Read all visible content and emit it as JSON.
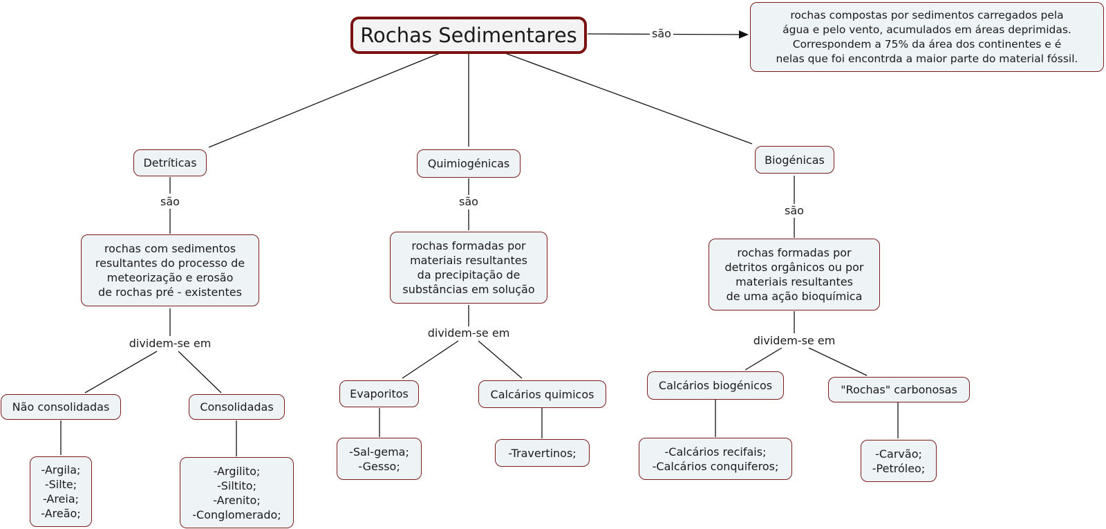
{
  "colors": {
    "node_fill": "#eef3f5",
    "node_border": "#7a1a1a",
    "root_border": "#7a1212",
    "line": "#111111"
  },
  "root": {
    "label": "Rochas Sedimentares"
  },
  "definition": {
    "link": "são",
    "text": "rochas compostas por sedimentos carregados pela\nágua e pelo vento, acumulados em áreas deprimidas.\nCorrespondem a 75% da área dos continentes e é\nnelas que foi encontrda a maior parte do material fóssil."
  },
  "detriticas": {
    "label": "Detríticas",
    "link1": "são",
    "description": "rochas com sedimentos\nresultantes do processo de\nmeteorização e erosão\nde rochas pré - existentes",
    "link2": "dividem-se em",
    "nao_consolidadas": {
      "label": "Não consolidadas",
      "items": "-Argila;\n-Silte;\n-Areia;\n-Areão;"
    },
    "consolidadas": {
      "label": "Consolidadas",
      "items": "-Argilito;\n-Siltito;\n-Arenito;\n-Conglomerado;"
    }
  },
  "quimiogenicas": {
    "label": "Quimiogénicas",
    "link1": "são",
    "description": "rochas formadas por\nmateriais resultantes\nda precipitação de\nsubstâncias em solução",
    "link2": "dividem-se em",
    "evaporitos": {
      "label": "Evaporitos",
      "items": "-Sal-gema;\n-Gesso;"
    },
    "calcarios_quimicos": {
      "label": "Calcários quimicos",
      "items": "-Travertinos;"
    }
  },
  "biogenicas": {
    "label": "Biogénicas",
    "link1": "são",
    "description": "rochas formadas por\ndetritos orgânicos ou por\nmateriais resultantes\nde uma ação bioquímica",
    "link2": "dividem-se em",
    "calcarios_biogenicos": {
      "label": "Calcários biogénicos",
      "items": "-Calcários recifais;\n-Calcários conquiferos;"
    },
    "rochas_carbonosas": {
      "label": "\"Rochas\" carbonosas",
      "items": "-Carvão;\n-Petróleo;"
    }
  }
}
